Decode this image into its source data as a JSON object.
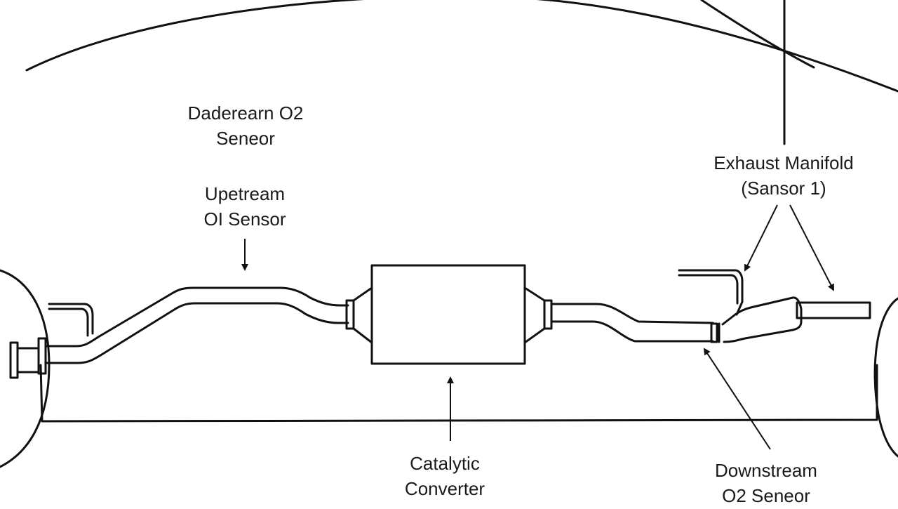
{
  "diagram": {
    "labels": {
      "dadcream_o2": {
        "line1": "Daderearn O2",
        "line2": "Seneor"
      },
      "upstream_o2": {
        "line1": "Upetream",
        "line2": "OI Sensor"
      },
      "exhaust_manifold": {
        "line1": "Exhaust Manifold",
        "line2": "(Sansor 1)"
      },
      "catalytic_converter": {
        "line1": "Catalytic",
        "line2": "Converter"
      },
      "downstream_o2": {
        "line1": "Downstream",
        "line2": "O2 Seneor"
      }
    },
    "colors": {
      "stroke": "#111111",
      "background": "#ffffff",
      "text": "#1a1a1a"
    }
  }
}
